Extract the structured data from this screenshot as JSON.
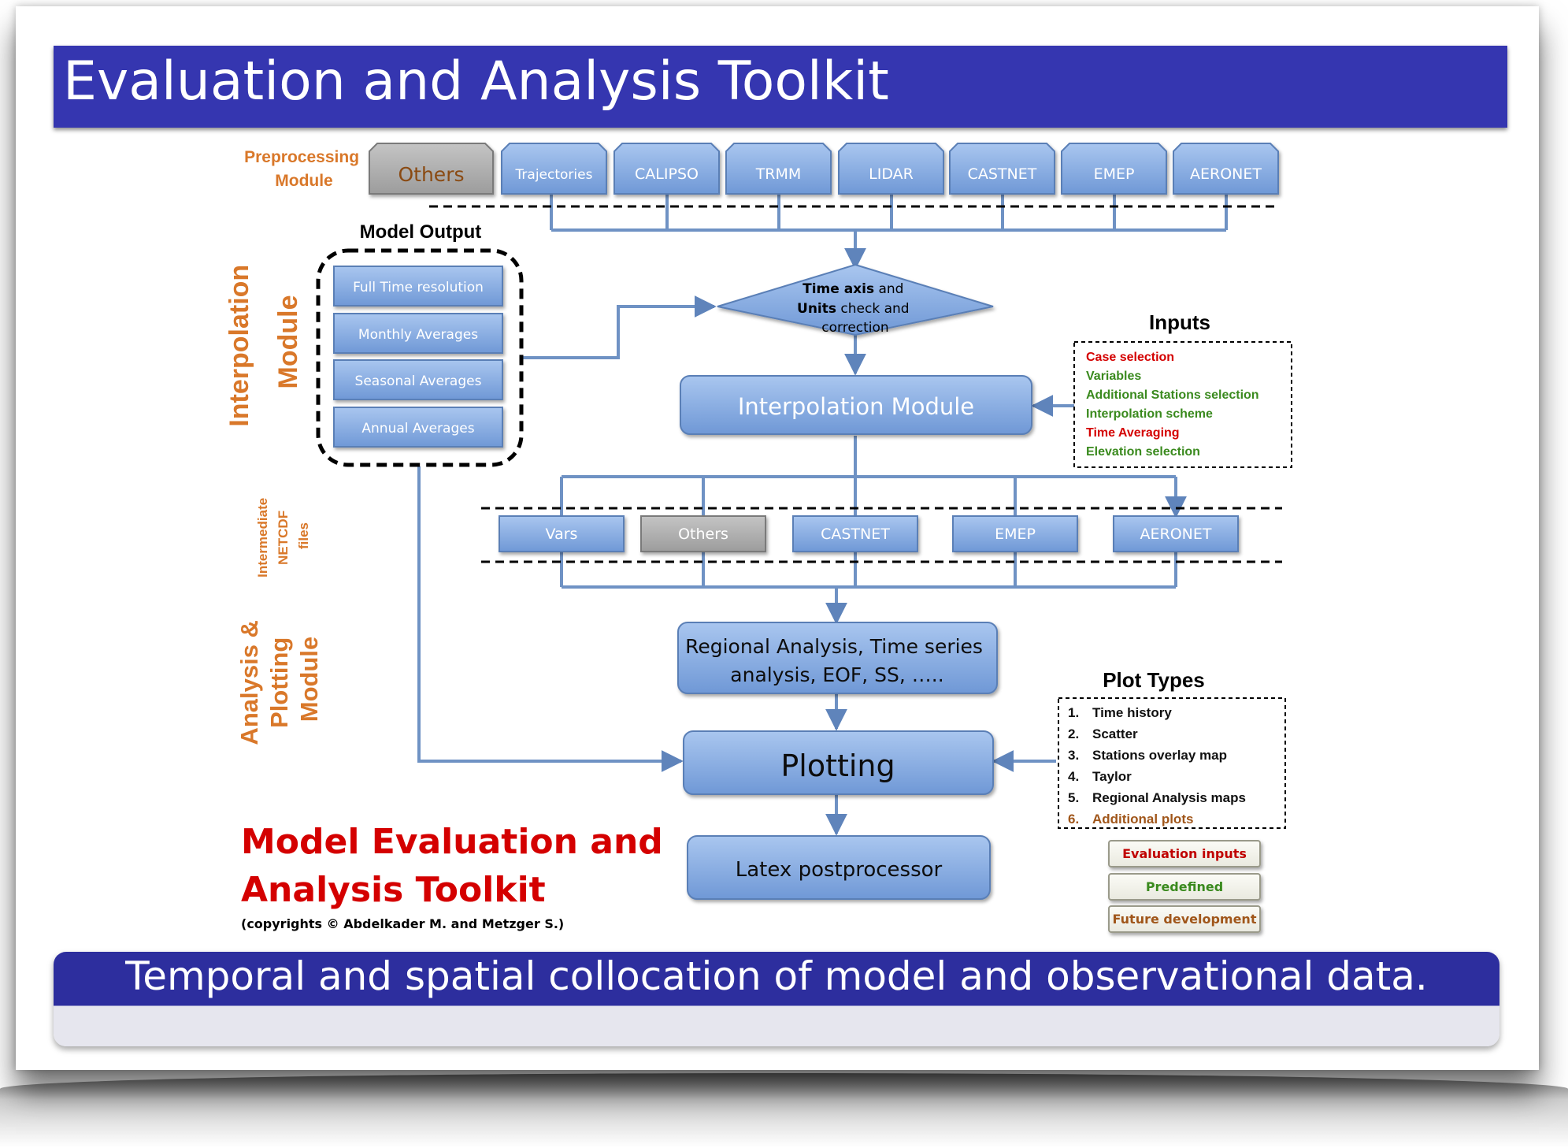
{
  "title": "Evaluation and Analysis Toolkit",
  "footer": "Temporal and spatial collocation of model and observational data.",
  "preprocessing_label": [
    "Preprocessing",
    "Module"
  ],
  "preprocessing_boxes": [
    "Others",
    "Trajectories",
    "CALIPSO",
    "TRMM",
    "LIDAR",
    "CASTNET",
    "EMEP",
    "AERONET"
  ],
  "model_output": {
    "title": "Model Output",
    "items": [
      "Full Time resolution",
      "Monthly Averages",
      "Seasonal Averages",
      "Annual Averages"
    ]
  },
  "side_labels": {
    "interpolation": [
      "Interpolation",
      "Module"
    ],
    "intermediate": [
      "Intermediate",
      "NETCDF",
      "files"
    ],
    "analysis": [
      "Analysis &",
      "Plotting",
      "Module"
    ]
  },
  "diamond": {
    "line1_bold": "Time axis",
    "line1_rest": " and",
    "line2_bold": "Units",
    "line2_rest": " check and",
    "line3": "correction"
  },
  "interpolation_module": "Interpolation Module",
  "inputs": {
    "title": "Inputs",
    "items": [
      {
        "label": "Case selection",
        "color": "#d40000"
      },
      {
        "label": "Variables",
        "color": "#3a8a1e"
      },
      {
        "label": "Additional Stations selection",
        "color": "#3a8a1e"
      },
      {
        "label": "Interpolation scheme",
        "color": "#3a8a1e"
      },
      {
        "label": "Time Averaging",
        "color": "#d40000"
      },
      {
        "label": "Elevation selection",
        "color": "#3a8a1e"
      }
    ]
  },
  "intermediate_boxes": [
    "Vars",
    "Others",
    "CASTNET",
    "EMEP",
    "AERONET"
  ],
  "regional_analysis": [
    "Regional Analysis, Time series",
    "analysis, EOF, SS, ….."
  ],
  "plotting": "Plotting",
  "latex": "Latex postprocessor",
  "plot_types": {
    "title": "Plot Types",
    "items": [
      {
        "num": "1.",
        "label": "Time history",
        "color": "#111111"
      },
      {
        "num": "2.",
        "label": "Scatter",
        "color": "#111111"
      },
      {
        "num": "3.",
        "label": "Stations overlay map",
        "color": "#111111"
      },
      {
        "num": "4.",
        "label": "Taylor",
        "color": "#111111"
      },
      {
        "num": "5.",
        "label": "Regional Analysis maps",
        "color": "#111111"
      },
      {
        "num": "6.",
        "label": "Additional plots",
        "color": "#a0561a"
      }
    ]
  },
  "legend": [
    {
      "label": "Evaluation inputs",
      "color": "#c00000"
    },
    {
      "label": "Predefined",
      "color": "#3a8a1e"
    },
    {
      "label": "Future development",
      "color": "#a0561a"
    }
  ],
  "toolkit_name": [
    "Model Evaluation and",
    "Analysis Toolkit"
  ],
  "copyright": "(copyrights © Abdelkader M.  and Metzger S.)",
  "colors": {
    "title_bar": "#3536b0",
    "footer_bar": "#2d2e9e",
    "module_orange": "#d9782a",
    "box_blue": "#7ea6e0",
    "connector": "#6f92c4",
    "toolkit_red": "#d40000"
  }
}
